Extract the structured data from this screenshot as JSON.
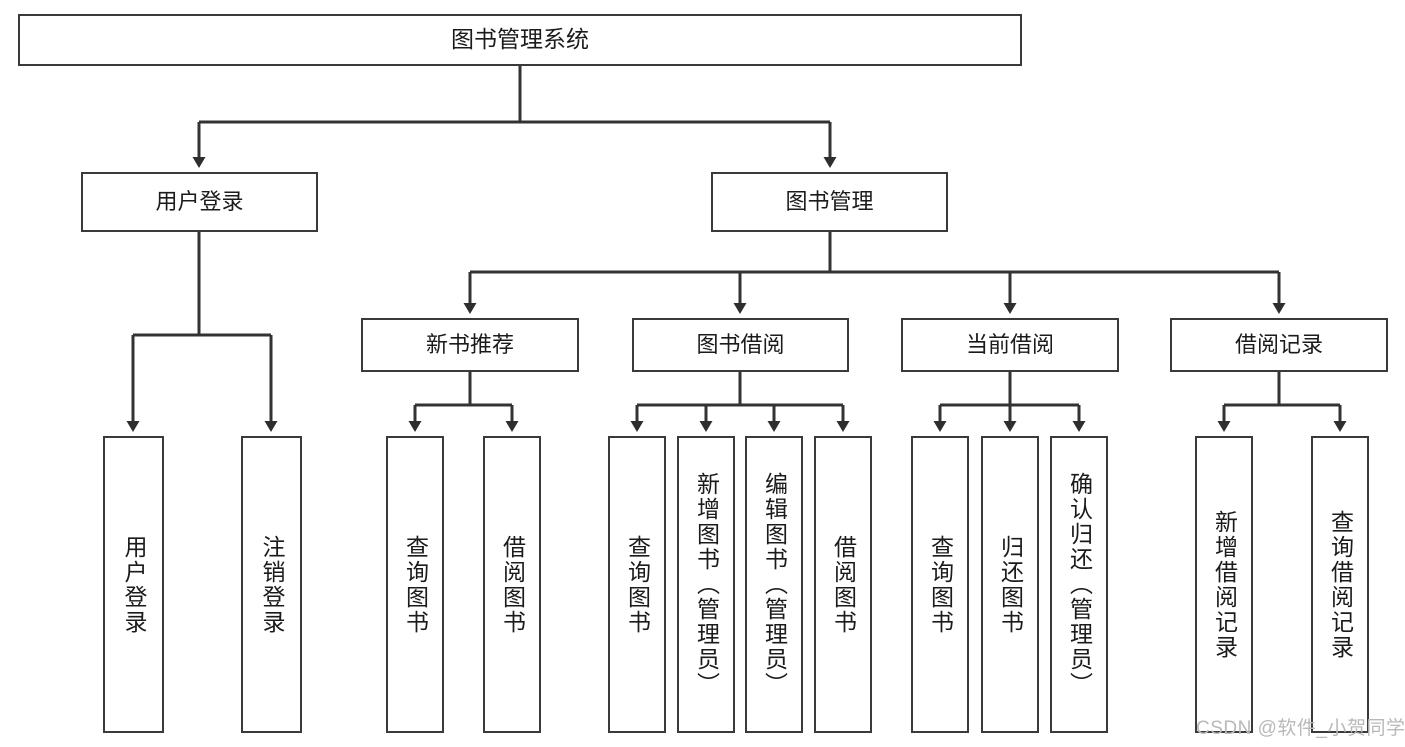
{
  "diagram": {
    "title": "图书管理系统",
    "type": "hierarchy-tree",
    "orientation": "top-down",
    "levels": 4,
    "colors": {
      "box_border": "#3a3a3a",
      "box_fill": "#ffffff",
      "connector": "#333333",
      "text": "#1b1b1b",
      "watermark": "#b9b9b9",
      "background": "#ffffff"
    }
  },
  "nodes": {
    "root": {
      "id": "root",
      "label": "图书管理系统"
    },
    "level2": [
      {
        "id": "user-login",
        "label": "用户登录"
      },
      {
        "id": "book-management",
        "label": "图书管理"
      }
    ],
    "level3": [
      {
        "id": "new-book-recommend",
        "label": "新书推荐",
        "parent": "book-management"
      },
      {
        "id": "book-borrow",
        "label": "图书借阅",
        "parent": "book-management"
      },
      {
        "id": "current-borrow",
        "label": "当前借阅",
        "parent": "book-management"
      },
      {
        "id": "borrow-record",
        "label": "借阅记录",
        "parent": "book-management"
      }
    ],
    "leaves": [
      {
        "id": "leaf-user-login",
        "label": "用户登录",
        "parent": "user-login"
      },
      {
        "id": "leaf-logout-login",
        "label": "注销登录",
        "parent": "user-login"
      },
      {
        "id": "leaf-query-book-1",
        "label": "查询图书",
        "parent": "new-book-recommend"
      },
      {
        "id": "leaf-borrow-book-1",
        "label": "借阅图书",
        "parent": "new-book-recommend"
      },
      {
        "id": "leaf-query-book-2",
        "label": "查询图书",
        "parent": "book-borrow"
      },
      {
        "id": "leaf-add-book",
        "label": "新增图书（管理员）",
        "parent": "book-borrow"
      },
      {
        "id": "leaf-edit-book",
        "label": "编辑图书（管理员）",
        "parent": "book-borrow"
      },
      {
        "id": "leaf-borrow-book-2",
        "label": "借阅图书",
        "parent": "book-borrow"
      },
      {
        "id": "leaf-query-book-3",
        "label": "查询图书",
        "parent": "current-borrow"
      },
      {
        "id": "leaf-return-book",
        "label": "归还图书",
        "parent": "current-borrow"
      },
      {
        "id": "leaf-confirm-return",
        "label": "确认归还（管理员）",
        "parent": "current-borrow"
      },
      {
        "id": "leaf-add-borrow-record",
        "label": "新增借阅记录",
        "parent": "borrow-record"
      },
      {
        "id": "leaf-query-borrow-record",
        "label": "查询借阅记录",
        "parent": "borrow-record"
      }
    ]
  },
  "watermark": {
    "text": "CSDN @软件_小贺同学"
  }
}
